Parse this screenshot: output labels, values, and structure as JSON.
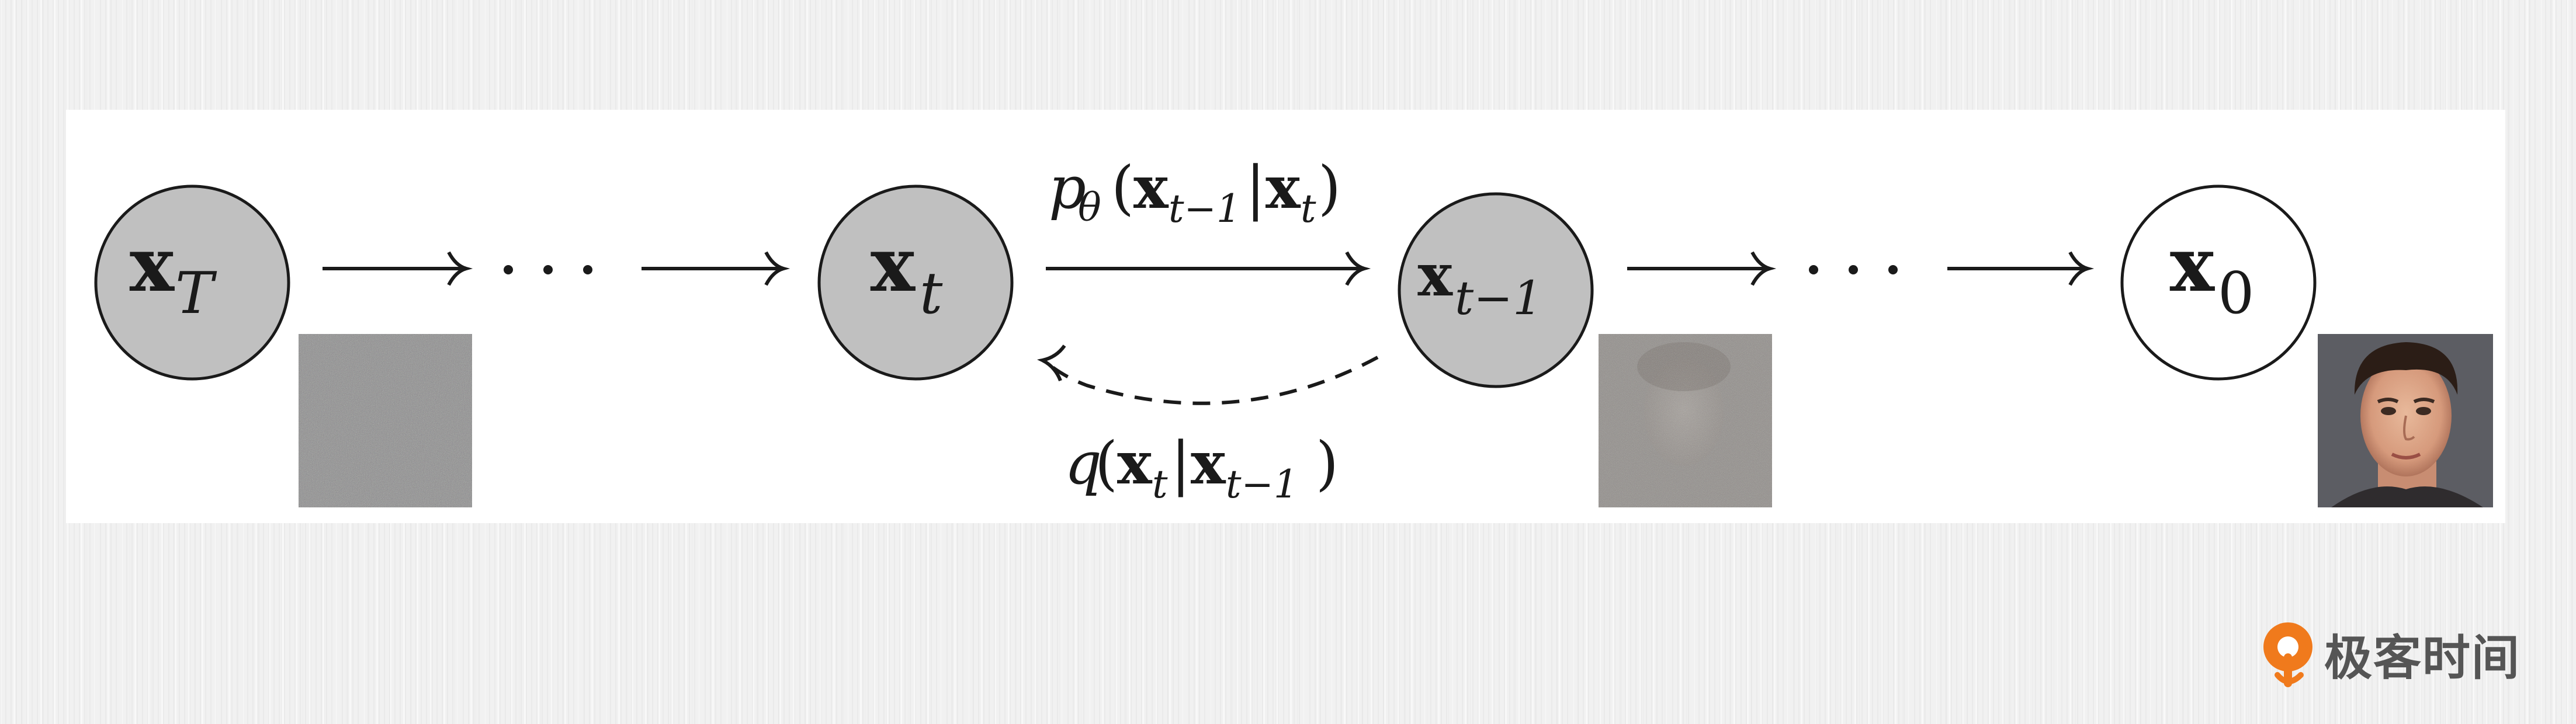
{
  "diagram": {
    "nodes": [
      {
        "id": "xT",
        "label_main": "x",
        "label_sub": "T",
        "filled": true
      },
      {
        "id": "xt",
        "label_main": "x",
        "label_sub": "t",
        "filled": true
      },
      {
        "id": "xtm1",
        "label_main": "x",
        "label_sub": "t−1",
        "filled": true
      },
      {
        "id": "x0",
        "label_main": "x",
        "label_sub": "0",
        "filled": false
      }
    ],
    "ellipsis": "· · ·",
    "reverse_process": {
      "p": "p",
      "theta": "θ",
      "open": "(",
      "x1": "x",
      "sub1": "t−1",
      "bar": "|",
      "x2": "x",
      "sub2": "t",
      "close": ")"
    },
    "forward_process": {
      "q": "q",
      "open": "(",
      "x1": "x",
      "sub1": "t",
      "bar": "|",
      "x2": "x",
      "sub2": "t−1",
      "close": ")"
    },
    "images": [
      {
        "name": "pure-noise",
        "description_color": "#8a8a8a"
      },
      {
        "name": "noisy-face",
        "description_color": "#8e8a86"
      },
      {
        "name": "clean-face",
        "description_color": "#c49a80"
      }
    ]
  },
  "branding": {
    "text": "极客时间",
    "logo_color": "#f07a1c"
  },
  "colors": {
    "node_fill": "#c0c0c0",
    "node_stroke": "#1a1a1a",
    "panel": "#ffffff"
  }
}
